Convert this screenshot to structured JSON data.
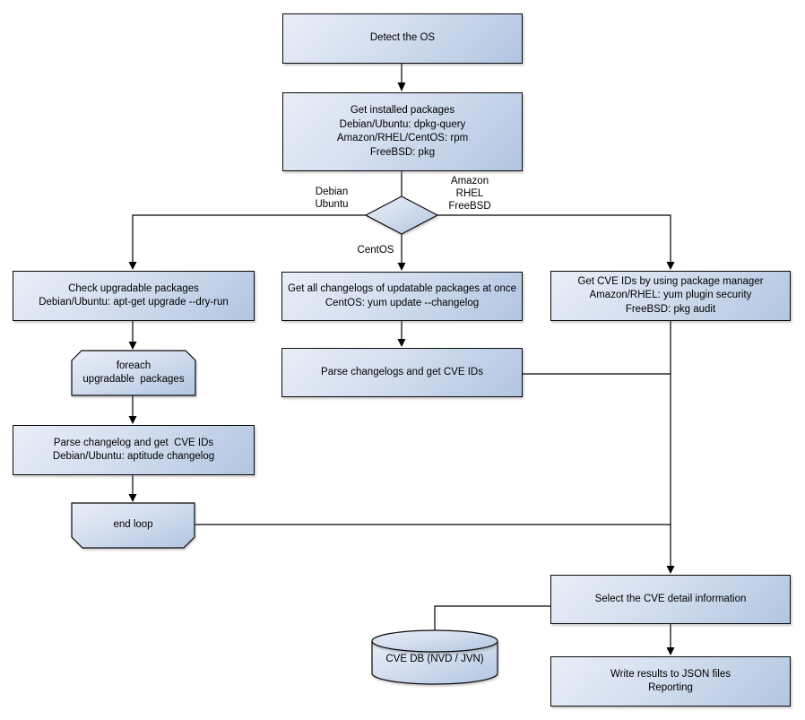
{
  "diagram": {
    "type": "flowchart",
    "colors": {
      "node_fill_light": "#e9eef8",
      "node_fill_dark": "#b2c5e1",
      "node_border": "#0a0a0a",
      "connector": "#000000",
      "text": "#000000",
      "background": "#ffffff"
    },
    "nodes": {
      "detect_os": {
        "label": "Detect the OS"
      },
      "get_installed_packages": {
        "label": "Get installed packages\nDebian/Ubuntu: dpkg-query\nAmazon/RHEL/CentOS: rpm\nFreeBSD: pkg"
      },
      "check_upgradable": {
        "label": "Check upgradable packages\nDebian/Ubuntu: apt-get upgrade --dry-run"
      },
      "foreach_loop": {
        "label": "foreach\nupgradable  packages"
      },
      "parse_changelog_deb": {
        "label": "Parse changelog and get  CVE IDs\nDebian/Ubuntu: aptitude changelog"
      },
      "end_loop": {
        "label": "end loop"
      },
      "get_all_changelogs": {
        "label": "Get all changelogs of updatable packages at once\nCentOS: yum update --changelog"
      },
      "parse_changelogs_centos": {
        "label": "Parse changelogs and get CVE IDs"
      },
      "get_cve_ids_pkg_mgr": {
        "label": "Get CVE IDs by using package manager\nAmazon/RHEL: yum plugin security\nFreeBSD: pkg audit"
      },
      "select_cve_detail": {
        "label": "Select the CVE detail information"
      },
      "write_results": {
        "label": "Write results to JSON files\nReporting"
      },
      "cve_db": {
        "label": "CVE DB (NVD / JVN)"
      }
    },
    "edge_labels": {
      "left_branch": "Debian\nUbuntu",
      "right_branch": "Amazon\nRHEL\nFreeBSD",
      "down_branch": "CentOS"
    }
  }
}
